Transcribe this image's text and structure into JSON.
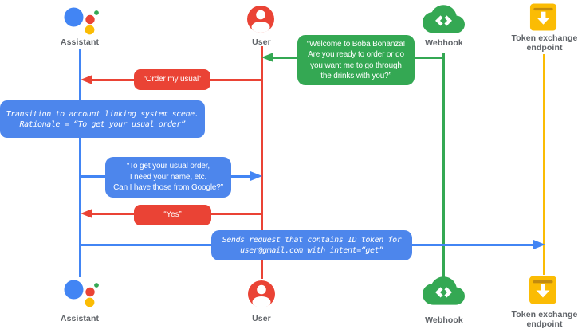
{
  "page": {
    "type": "account-linking-sequence-diagram",
    "background": "#FFFFFF"
  },
  "colors": {
    "assistant_blue": "#4285F4",
    "bubble_blue": "#4D86EC",
    "user_red": "#EA4335",
    "webhook_green": "#34A853",
    "endpoint_yellow": "#FBBC04",
    "endpoint_lid_amber": "#C28B0E",
    "label_gray": "#5F6368",
    "bubble_text": "#FFFFFF"
  },
  "actors": {
    "assistant": {
      "label": "Assistant",
      "icon": "google-assistant-icon"
    },
    "user": {
      "label": "User",
      "icon": "user-icon"
    },
    "webhook": {
      "label": "Webhook",
      "icon": "webhook-cloud-icon"
    },
    "token_endpoint": {
      "label": "Token exchange endpoint",
      "lines": [
        "Token exchange",
        "endpoint"
      ],
      "icon": "token-exchange-endpoint-icon"
    }
  },
  "messages": {
    "welcome": {
      "from": "webhook",
      "to": "user",
      "color": "#34A853",
      "lines": [
        "“Welcome to Boba Bonanza!",
        "Are you ready to order or do",
        "you want me to go through",
        "the drinks with you?”"
      ]
    },
    "order_usual": {
      "from": "user",
      "to": "assistant",
      "color": "#EA4335",
      "text": "“Order my usual”"
    },
    "transition_note": {
      "actor": "assistant",
      "color": "#4D86EC",
      "lines": [
        "Transition to account linking system scene.",
        "Rationale = “To get your usual order”"
      ]
    },
    "need_info": {
      "from": "assistant",
      "to": "user",
      "color": "#4D86EC",
      "lines": [
        "“To get your usual order,",
        "I need your name, etc.",
        "Can I have those from Google?”"
      ]
    },
    "yes": {
      "from": "user",
      "to": "assistant",
      "color": "#EA4335",
      "text": "“Yes”"
    },
    "send_request": {
      "from": "assistant",
      "to": "token_endpoint",
      "color": "#4D86EC",
      "lines": [
        "Sends request that contains ID token for",
        "user@gmail.com with intent=“get”"
      ]
    }
  }
}
